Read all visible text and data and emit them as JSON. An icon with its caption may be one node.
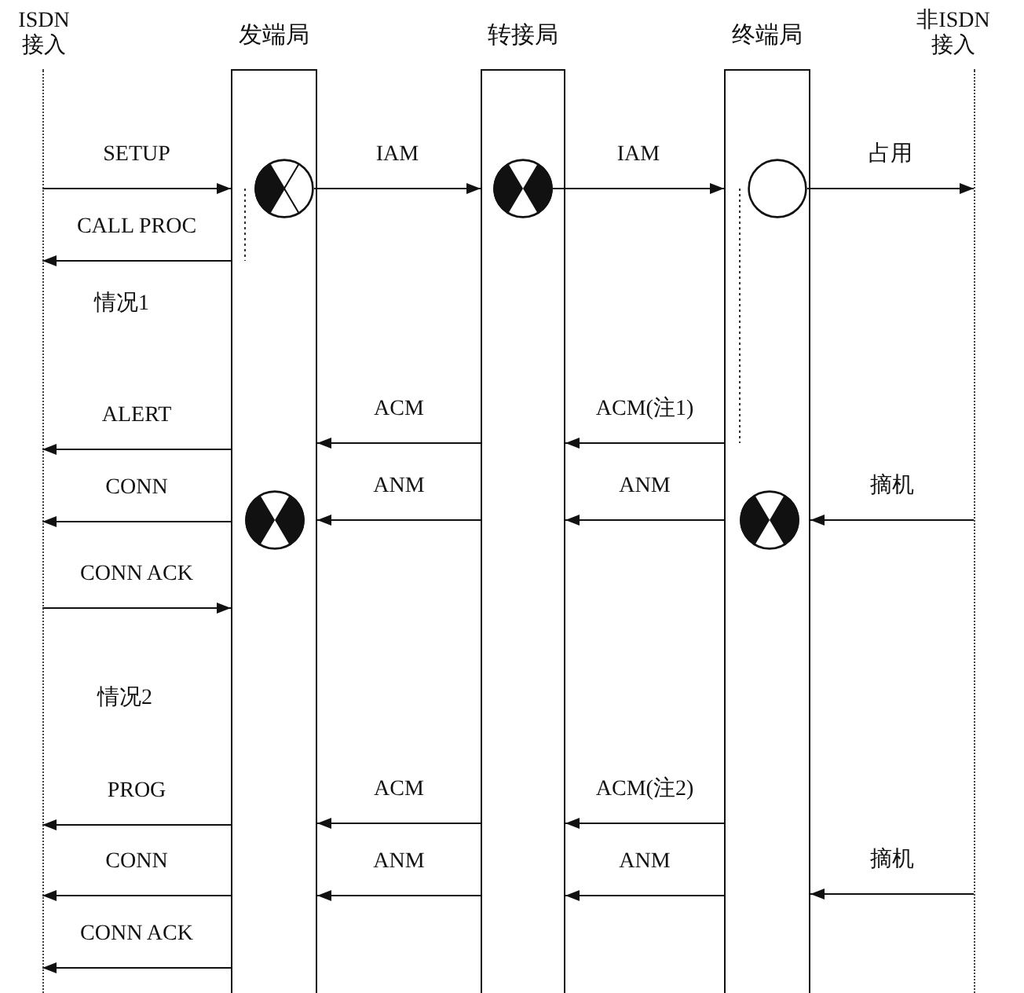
{
  "diagram": {
    "nodes": [
      {
        "text": [
          "ISDN接入"
        ]
      },
      {
        "text": [
          "发端局"
        ]
      },
      {
        "text": [
          "转接局"
        ]
      },
      {
        "text": [
          "终端局"
        ]
      },
      {
        "text": [
          "非ISDN接入"
        ]
      },
      {
        "text": [],
        "shape": "circle",
        "in": 1
      },
      {
        "text": [],
        "shape": "circle",
        "in": 2
      },
      {
        "text": [],
        "shape": "circle",
        "in": 3
      },
      {
        "text": [],
        "shape": "circle",
        "in": 1
      },
      {
        "text": [],
        "shape": "circle",
        "in": 3
      }
    ],
    "edges": [
      {
        "from": 0,
        "to": 1,
        "arrow": "to",
        "label": "SETUP"
      },
      {
        "from": 5,
        "to": 2,
        "arrow": "to",
        "label": "IAM"
      },
      {
        "from": 6,
        "to": 3,
        "arrow": "to",
        "label": "IAM"
      },
      {
        "from": 7,
        "to": 4,
        "arrow": "to",
        "label": "占用"
      },
      {
        "from": 1,
        "to": 0,
        "arrow": "to",
        "label": "CALL PROC"
      },
      {
        "from": 1,
        "to": 0,
        "arrow": "to",
        "label": "ALERT"
      },
      {
        "from": 2,
        "to": 1,
        "arrow": "to",
        "label": "ACM"
      },
      {
        "from": 3,
        "to": 2,
        "arrow": "to",
        "label": "ACM(注1)"
      },
      {
        "from": 1,
        "to": 0,
        "arrow": "to",
        "label": "CONN"
      },
      {
        "from": 2,
        "to": 1,
        "arrow": "to",
        "label": "ANM"
      },
      {
        "from": 3,
        "to": 2,
        "arrow": "to",
        "label": "ANM"
      },
      {
        "from": 4,
        "to": 3,
        "arrow": "to",
        "label": "摘机"
      },
      {
        "from": 0,
        "to": 1,
        "arrow": "to",
        "label": "CONN ACK"
      },
      {
        "from": 1,
        "to": 0,
        "arrow": "to",
        "label": "PROG"
      },
      {
        "from": 2,
        "to": 1,
        "arrow": "to",
        "label": "ACM"
      },
      {
        "from": 3,
        "to": 2,
        "arrow": "to",
        "label": "ACM(注2)"
      },
      {
        "from": 1,
        "to": 0,
        "arrow": "to",
        "label": "CONN"
      },
      {
        "from": 2,
        "to": 1,
        "arrow": "to",
        "label": "ANM"
      },
      {
        "from": 3,
        "to": 2,
        "arrow": "to",
        "label": "ANM"
      },
      {
        "from": 4,
        "to": 3,
        "arrow": "to",
        "label": "摘机"
      },
      {
        "from": 1,
        "to": 0,
        "arrow": "to",
        "label": "CONN ACK"
      }
    ],
    "labels": [
      "情况1",
      "情况2"
    ]
  }
}
